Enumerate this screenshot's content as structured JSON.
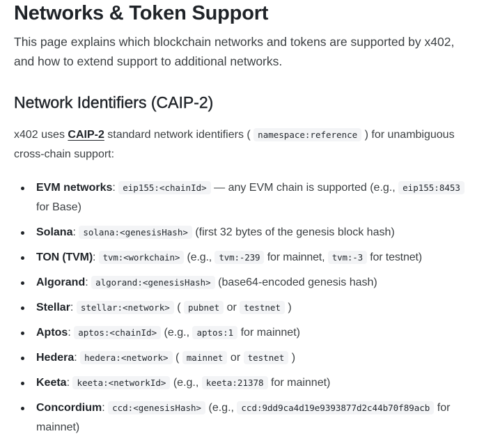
{
  "title": "Networks & Token Support",
  "intro": "This page explains which blockchain networks and tokens are supported by x402, and how to extend support to additional networks.",
  "section_heading": "Network Identifiers (CAIP-2)",
  "desc": {
    "prefix": "x402 uses ",
    "link": "CAIP-2",
    "mid": " standard network identifiers ( ",
    "code": "namespace:reference",
    "suffix": " ) for unambiguous cross-chain support:"
  },
  "networks": [
    {
      "name": "EVM networks",
      "code1": "eip155:<chainId>",
      "t1": " — any EVM chain is supported (e.g., ",
      "code2": "eip155:8453",
      "t2": " for Base)"
    },
    {
      "name": "Solana",
      "code1": "solana:<genesisHash>",
      "t1": " (first 32 bytes of the genesis block hash)"
    },
    {
      "name": "TON (TVM)",
      "code1": "tvm:<workchain>",
      "t1": " (e.g., ",
      "code2": "tvm:-239",
      "t2": " for mainnet, ",
      "code3": "tvm:-3",
      "t3": " for testnet)"
    },
    {
      "name": "Algorand",
      "code1": "algorand:<genesisHash>",
      "t1": " (base64-encoded genesis hash)"
    },
    {
      "name": "Stellar",
      "code1": "stellar:<network>",
      "t1": " ( ",
      "code2": "pubnet",
      "t2": " or ",
      "code3": "testnet",
      "t3": " )"
    },
    {
      "name": "Aptos",
      "code1": "aptos:<chainId>",
      "t1": " (e.g., ",
      "code2": "aptos:1",
      "t2": " for mainnet)"
    },
    {
      "name": "Hedera",
      "code1": "hedera:<network>",
      "t1": " ( ",
      "code2": "mainnet",
      "t2": " or ",
      "code3": "testnet",
      "t3": " )"
    },
    {
      "name": "Keeta",
      "code1": "keeta:<networkId>",
      "t1": " (e.g., ",
      "code2": "keeta:21378",
      "t2": " for mainnet)"
    },
    {
      "name": "Concordium",
      "code1": "ccd:<genesisHash>",
      "t1": " (e.g., ",
      "code2": "ccd:9dd9ca4d19e9393877d2c44b70f89acb",
      "t2": " for mainnet)"
    }
  ]
}
